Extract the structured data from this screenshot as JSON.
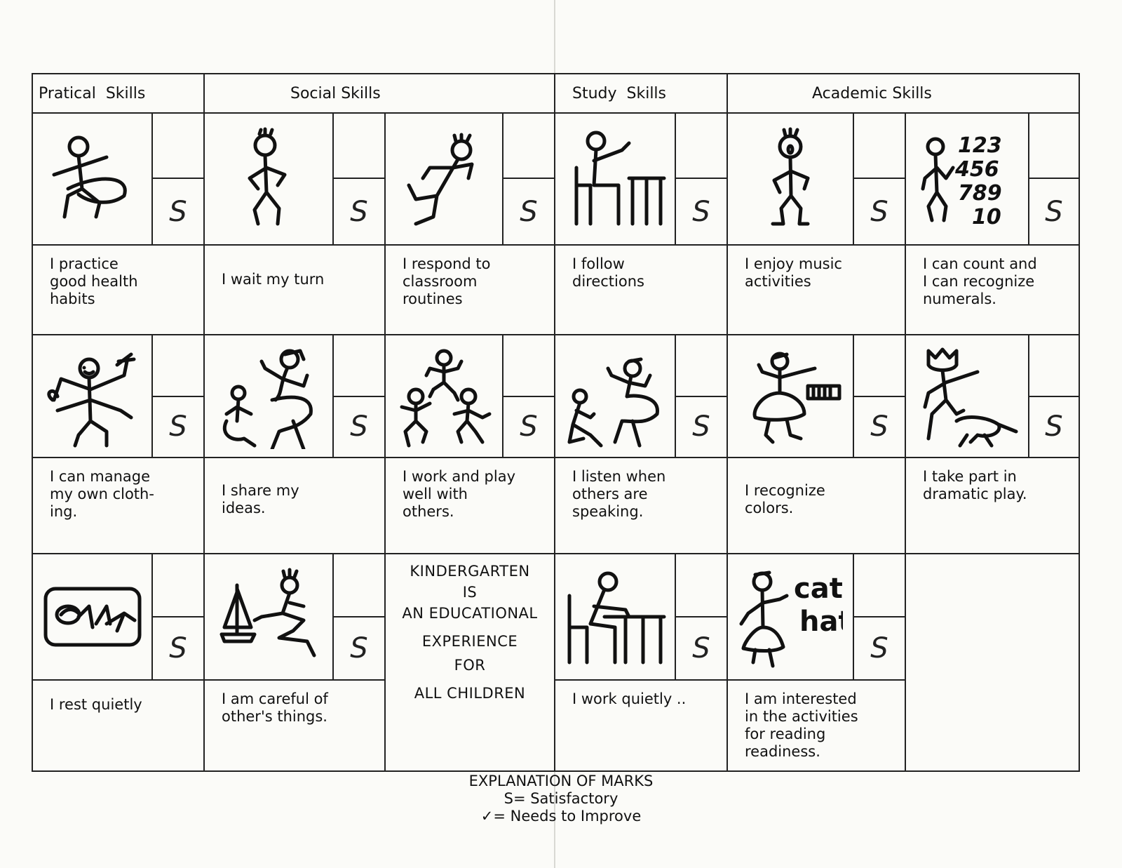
{
  "headers": [
    {
      "label": "Pratical  Skills"
    },
    {
      "label": "Social Skills"
    },
    {
      "label": "Study  Skills"
    },
    {
      "label": "Academic Skills"
    }
  ],
  "skills": [
    {
      "text": "I practice\ngood health\nhabits",
      "mark": "S",
      "picture": "exercise-figure-icon"
    },
    {
      "text": "I wait my turn",
      "mark": "S",
      "picture": "standing-figure-icon"
    },
    {
      "text": "I respond to\nclassroom\nroutines",
      "mark": "S",
      "picture": "running-figure-icon"
    },
    {
      "text": "I follow\ndirections",
      "mark": "S",
      "picture": "child-at-desk-icon"
    },
    {
      "text": "I enjoy music\nactivities",
      "mark": "S",
      "picture": "singing-figure-icon"
    },
    {
      "text": "I can count and\nI can recognize\nnumerals.",
      "mark": "S",
      "picture": "counting-figure-icon"
    },
    {
      "text": "I can manage\nmy own cloth-\ning.",
      "mark": "S",
      "picture": "dressing-figure-icon"
    },
    {
      "text": "I share my\nideas.",
      "mark": "S",
      "picture": "sharing-figures-icon"
    },
    {
      "text": "I work and play\nwell with\nothers.",
      "mark": "S",
      "picture": "playing-children-icon"
    },
    {
      "text": "I listen when\nothers are\nspeaking.",
      "mark": "S",
      "picture": "listening-children-icon"
    },
    {
      "text": "I recognize\ncolors.",
      "mark": "S",
      "picture": "painting-figure-icon"
    },
    {
      "text": "I take part in\ndramatic play.",
      "mark": "S",
      "picture": "dramatic-play-icon"
    },
    {
      "text": "I rest quietly",
      "mark": "S",
      "picture": "resting-child-icon"
    },
    {
      "text": "I am careful of\nother's things.",
      "mark": "S",
      "picture": "child-with-boat-icon"
    },
    {
      "text": "I work quietly ..",
      "mark": "S",
      "picture": "working-at-desk-icon"
    },
    {
      "text": "I am interested\nin the activities\nfor reading\nreadiness.",
      "mark": "S",
      "picture": "reading-figure-icon"
    }
  ],
  "center_message": [
    "KINDERGARTEN",
    "IS",
    "AN EDUCATIONAL",
    "EXPERIENCE",
    "FOR",
    "ALL CHILDREN"
  ],
  "picture_words": {
    "numbers": [
      "123",
      "456",
      "789",
      "10"
    ],
    "words": [
      "cat",
      "hat"
    ]
  },
  "legend": {
    "title": "EXPLANATION OF MARKS",
    "satisfactory": "S= Satisfactory",
    "needs_improve": "✓= Needs to Improve"
  }
}
